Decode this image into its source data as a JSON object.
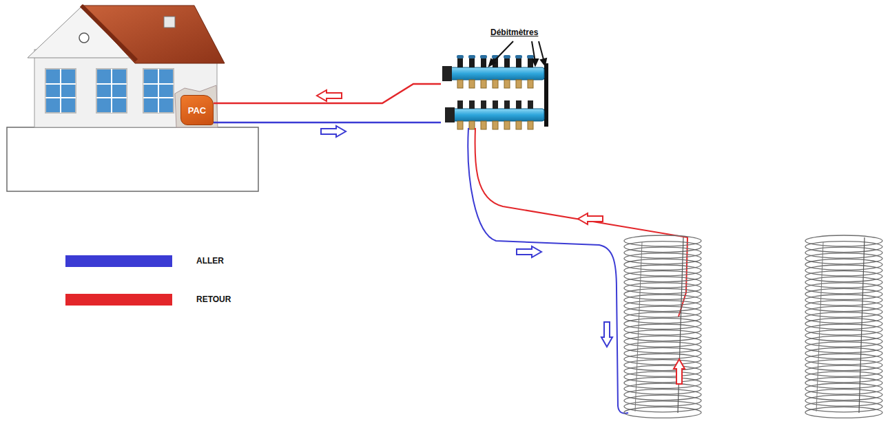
{
  "diagram": {
    "nodes": [
      {
        "text": [
          "PAC"
        ]
      },
      {
        "text": [
          "Débitmètres"
        ]
      }
    ],
    "edges": [
      {
        "from": 1,
        "to": 0,
        "arrow": "none"
      },
      {
        "from": 0,
        "to": 1,
        "arrow": "none"
      }
    ],
    "legend": [
      {
        "text": "ALLER",
        "color": "#3b3bd4"
      },
      {
        "text": "RETOUR",
        "color": "#e3262a"
      }
    ]
  }
}
